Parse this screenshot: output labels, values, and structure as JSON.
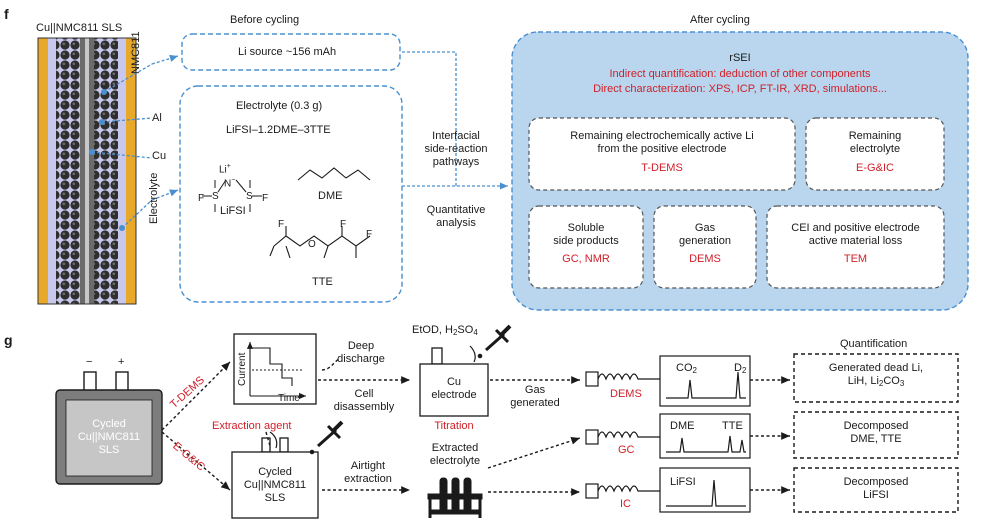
{
  "panel_f": {
    "label": "f",
    "cell_title": "Cu||NMC811 SLS",
    "side_labels": [
      "NMC811",
      "Al",
      "Cu",
      "Electrolyte"
    ],
    "before_title": "Before cycling",
    "after_title": "After cycling",
    "li_source": "Li source ~156 mAh",
    "electrolyte_title": "Electrolyte (0.3 g)",
    "electrolyte_formula": "LiFSI–1.2DME–3TTE",
    "mol_lifsi": "LiFSI",
    "mol_dme": "DME",
    "mol_tte": "TTE",
    "interfacial": [
      "Interfacial",
      "side-reaction",
      "pathways"
    ],
    "quantitative": [
      "Quantitative",
      "analysis"
    ],
    "rsei_title": "rSEI",
    "rsei_line1": "Indirect quantification: deduction of other components",
    "rsei_line2": "Direct characterization: XPS, ICP, FT-IR, XRD, simulations...",
    "box_li": [
      "Remaining electrochemically active Li",
      "from the positive electrode"
    ],
    "box_li_method": "T-DEMS",
    "box_el": [
      "Remaining",
      "electrolyte"
    ],
    "box_el_method": "E-G&IC",
    "box_sol": [
      "Soluble",
      "side products"
    ],
    "box_sol_method": "GC, NMR",
    "box_gas": [
      "Gas",
      "generation"
    ],
    "box_gas_method": "DEMS",
    "box_cei": [
      "CEI and positive electrode",
      "active material loss"
    ],
    "box_cei_method": "TEM"
  },
  "panel_g": {
    "label": "g",
    "cell_minus": "−",
    "cell_plus": "+",
    "cell_lines": [
      "Cycled",
      "Cu||NMC811",
      "SLS"
    ],
    "tdems": "T-DEMS",
    "egic": "E-G&IC",
    "axis_current": "Current",
    "axis_time": "Time",
    "deep_discharge": [
      "Deep",
      "discharge"
    ],
    "cell_disassembly": [
      "Cell",
      "disassembly"
    ],
    "reagents_prefix": "EtOD, H",
    "reagents_sub": "2",
    "reagents_suffix": "SO",
    "reagents_sub2": "4",
    "cu_electrode": [
      "Cu",
      "electrode"
    ],
    "titration": "Titration",
    "gas_generated": [
      "Gas",
      "generated"
    ],
    "dems": "DEMS",
    "peak_co2": "CO",
    "peak_co2_sub": "2",
    "peak_d2": "D",
    "peak_d2_sub": "2",
    "extraction_agent": "Extraction agent",
    "cycled_sls": [
      "Cycled",
      "Cu||NMC811",
      "SLS"
    ],
    "airtight": [
      "Airtight",
      "extraction"
    ],
    "extracted": [
      "Extracted",
      "electrolyte"
    ],
    "gc": "GC",
    "ic": "IC",
    "peak_dme": "DME",
    "peak_tte": "TTE",
    "peak_lifsi": "LiFSI",
    "quantification_title": "Quantification",
    "q1_line1": "Generated dead Li,",
    "q1_line2_a": "LiH, Li",
    "q1_line2_sub1": "2",
    "q1_line2_b": "CO",
    "q1_line2_sub2": "3",
    "q2": [
      "Decomposed",
      "DME, TTE"
    ],
    "q3": [
      "Decomposed",
      "LiFSI"
    ]
  },
  "colors": {
    "blue_dash": "#4a90d0",
    "panel_fill": "#b9d6ee",
    "red": "#d0202a",
    "copper": "#e8a92a",
    "cell_gray": "#8a8a8a"
  }
}
